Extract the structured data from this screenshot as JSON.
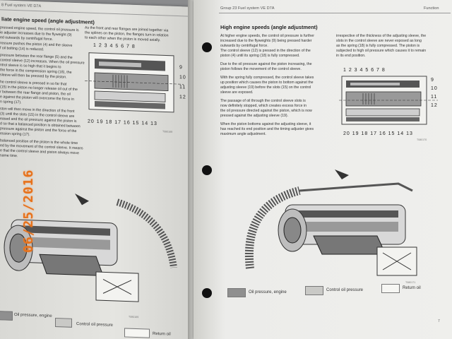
{
  "left_page": {
    "header": "8 Fuel system VE D7A",
    "heading": "liate engine speed (angle adjustment)",
    "col1_text": [
      "pressed engine speed, the control oil pressure is",
      "ie adjuster increases due to the flyweight (9)",
      "ed outwards by centrifugal force.",
      "ressure pushes the piston (4) and the sleeve",
      "f oil bolting (14) is reduced.",
      "pressure between the rear flange (5) and the",
      "control sleeve (12) increases. When the oil pressure",
      "ntrol sleeve is so high that it begins to",
      "the force in the compression spring (18), the",
      "sleeve will then be pressed by the piston.",
      "he control sleeve is pressed in so far that",
      "(15) in the piston no longer release oil out of the",
      "r between the rear flange and piston, the oil",
      "e against the piston will overcome the force in",
      "n spring (17).",
      "ston will then move in the direction of the front",
      "(3) until the slots (15) in the control sleeve are",
      "eased and the oil pressure against the piston is",
      "d so that a balanced position is obtained between",
      "pressure against the piston and the force of the",
      "ession spring (17).",
      "balanced position of the piston is the whole time",
      "ed by the movement of the control sleeve. It means",
      "e that the control sleeve and piston always move",
      "same time."
    ],
    "col2_text": [
      "As the front and rear flanges are joined together via",
      "the splines on the piston, the flanges turn in relation",
      "to each other when the piston is moved axially."
    ],
    "callouts_top": "1  2     3 4  5   6   7     8",
    "callouts_side": [
      "9",
      "10",
      "11",
      "12"
    ],
    "callouts_bottom": "20 19  18   17   16   15   14   13",
    "figure_id": "T080168",
    "figure_id2": "T080169",
    "legend": {
      "oil_pressure_engine": "Oil pressure, engine",
      "control_oil_pressure": "Control oil pressure",
      "return_oil": "Return oil"
    }
  },
  "right_page": {
    "header": "Group 23 Fuel system VE D7A",
    "header_right": "Function",
    "heading": "High engine speeds (angle adjustment)",
    "col1_paragraphs": [
      [
        "At higher engine speeds, the control oil pressure is further",
        "increased due to the flyweights (9) being pressed harder",
        "outwards by centrifugal force.",
        "The control sleeve (12) is pressed in the direction of the",
        "piston (4) until its spring (18) is fully compressed."
      ],
      [
        "Due to the oil pressure against the piston increasing, the",
        "piston follows the movement of the control sleeve."
      ],
      [
        "With the spring fully compressed, the control sleeve takes",
        "up position which causes the piston to bottom against the",
        "adjusting sleeve (19) before the slots (15) on the control",
        "sleeve are exposed."
      ],
      [
        "The passage of oil through the control sleeve slots is",
        "now definitely stopped, which creates excess force in",
        "the oil pressure directed against the piston, which is now",
        "pressed against the adjusting sleeve (19)."
      ],
      [
        "When the piston bottoms against the adjusting sleeve, it",
        "has reached its end position and the timing adjuster gives",
        "maximum angle adjustment."
      ]
    ],
    "col2_text": [
      "irrespective of the thickness of the adjusting sleeve, the",
      "slots in the control sleeve are never exposed as long",
      "as the spring (18) is fully compressed. The piston is",
      "subjected to high oil pressure which causes it to remain",
      "in its end position."
    ],
    "callouts_top": "1  2    3  4 5 6   7     8",
    "callouts_side": [
      "9",
      "10",
      "11",
      "12"
    ],
    "callouts_bottom": "20 19  18   17   16   15   14   13",
    "figure_id": "T080170",
    "figure_id2": "T080171",
    "legend": {
      "oil_pressure_engine": "Oil pressure, engine",
      "control_oil_pressure": "Control oil pressure",
      "return_oil": "Return oil"
    },
    "page_number": "7"
  },
  "date_stamp": "06/25/2016"
}
